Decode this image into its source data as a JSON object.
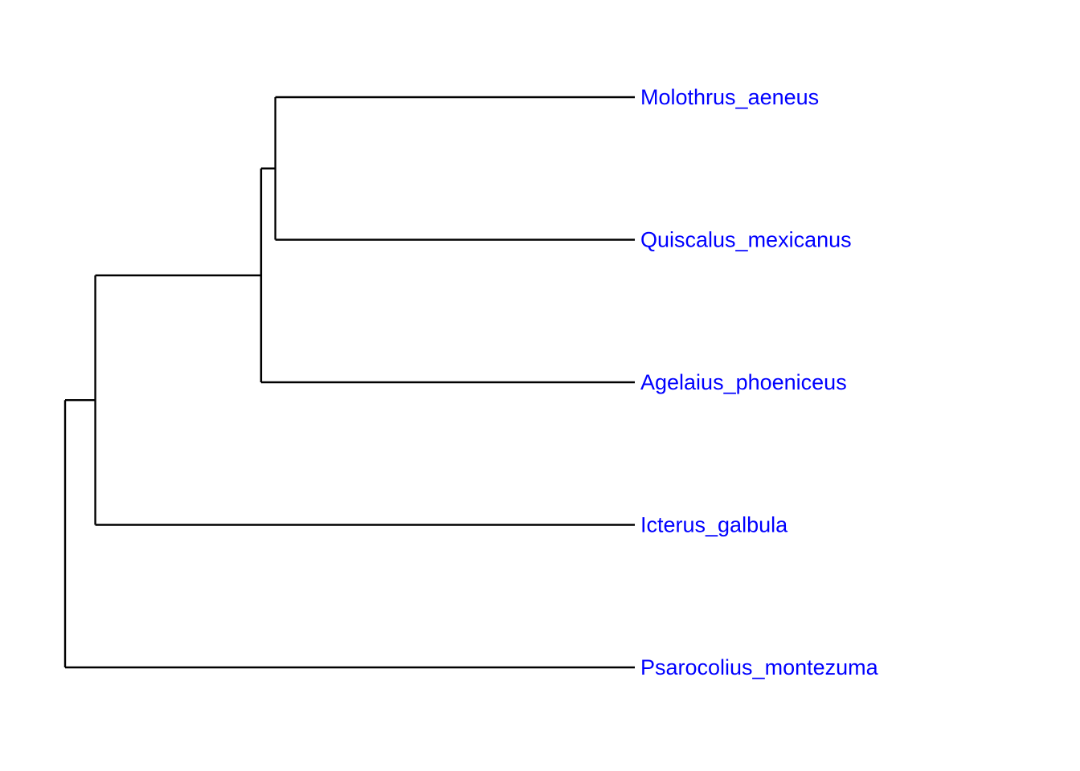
{
  "tree": {
    "label_color": "#0000ff",
    "branch_color": "#000000",
    "tips": [
      {
        "id": "molothrus",
        "label": "Molothrus_aeneus"
      },
      {
        "id": "quiscalus",
        "label": "Quiscalus_mexicanus"
      },
      {
        "id": "agelaius",
        "label": "Agelaius_phoeniceus"
      },
      {
        "id": "icterus",
        "label": "Icterus_galbula"
      },
      {
        "id": "psarocolius",
        "label": "Psarocolius_montezuma"
      }
    ],
    "nodes": [
      {
        "id": "root",
        "depth": 0.0,
        "children": [
          "n1",
          "psarocolius"
        ]
      },
      {
        "id": "n1",
        "depth": 0.053,
        "children": [
          "n2",
          "icterus"
        ]
      },
      {
        "id": "n2",
        "depth": 0.344,
        "children": [
          "n3",
          "agelaius"
        ]
      },
      {
        "id": "n3",
        "depth": 0.369,
        "children": [
          "molothrus",
          "quiscalus"
        ]
      }
    ],
    "tip_depth": 1.0
  }
}
